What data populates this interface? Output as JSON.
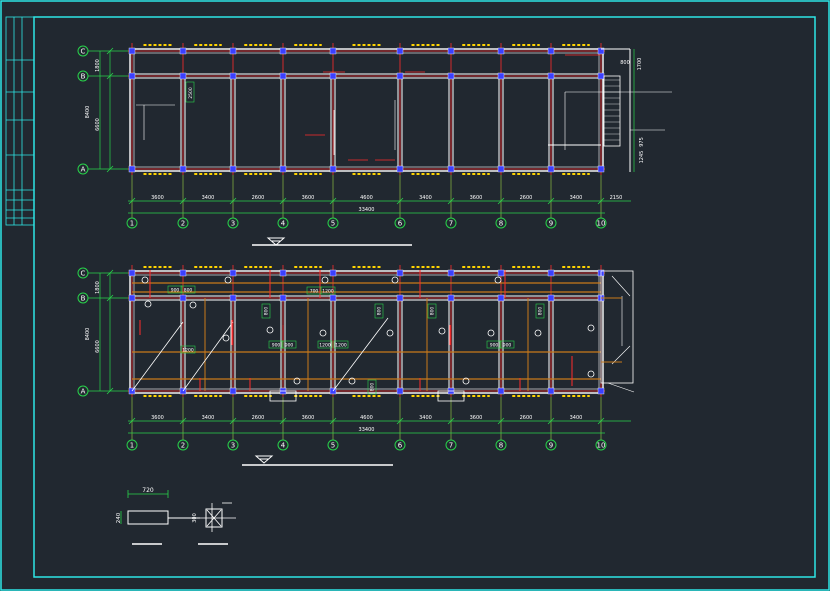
{
  "colors": {
    "background": "#212830",
    "frame": "#2ee6e6",
    "wall": "#ffffff",
    "column": "#3b40ff",
    "axis": "#ff2b2b",
    "dimension": "#28d34a",
    "window": "#ffd400",
    "beam": "#c97a1a",
    "text": "#ffffff"
  },
  "plan_top": {
    "row_labels": [
      "C",
      "B",
      "A"
    ],
    "col_labels": [
      "1",
      "2",
      "3",
      "4",
      "5",
      "6",
      "7",
      "8",
      "9",
      "10"
    ],
    "bay_dims": [
      "3600",
      "3400",
      "2600",
      "3600",
      "4600",
      "3400",
      "3600",
      "2600",
      "3400",
      "2150"
    ],
    "total_dim": "33400",
    "left_dims": [
      "1800",
      "6600",
      "8400"
    ],
    "right_dims": [
      "1700",
      "800",
      "1245",
      "975"
    ],
    "inner_tag": "2500"
  },
  "plan_bottom": {
    "row_labels": [
      "C",
      "B",
      "A"
    ],
    "col_labels": [
      "1",
      "2",
      "3",
      "4",
      "5",
      "6",
      "7",
      "8",
      "9",
      "10"
    ],
    "bay_dims": [
      "3600",
      "3400",
      "2600",
      "3600",
      "4600",
      "3400",
      "3600",
      "2600",
      "3400"
    ],
    "total_dim": "33400",
    "left_dims": [
      "1800",
      "6600",
      "8400"
    ],
    "tags": [
      "900",
      "800",
      "700",
      "1200",
      "1200",
      "800",
      "800",
      "800",
      "800",
      "1200",
      "1200",
      "900",
      "900",
      "900",
      "900",
      "800"
    ]
  },
  "detail": {
    "width_label": "720",
    "height_label": "240",
    "small_label": "300"
  }
}
